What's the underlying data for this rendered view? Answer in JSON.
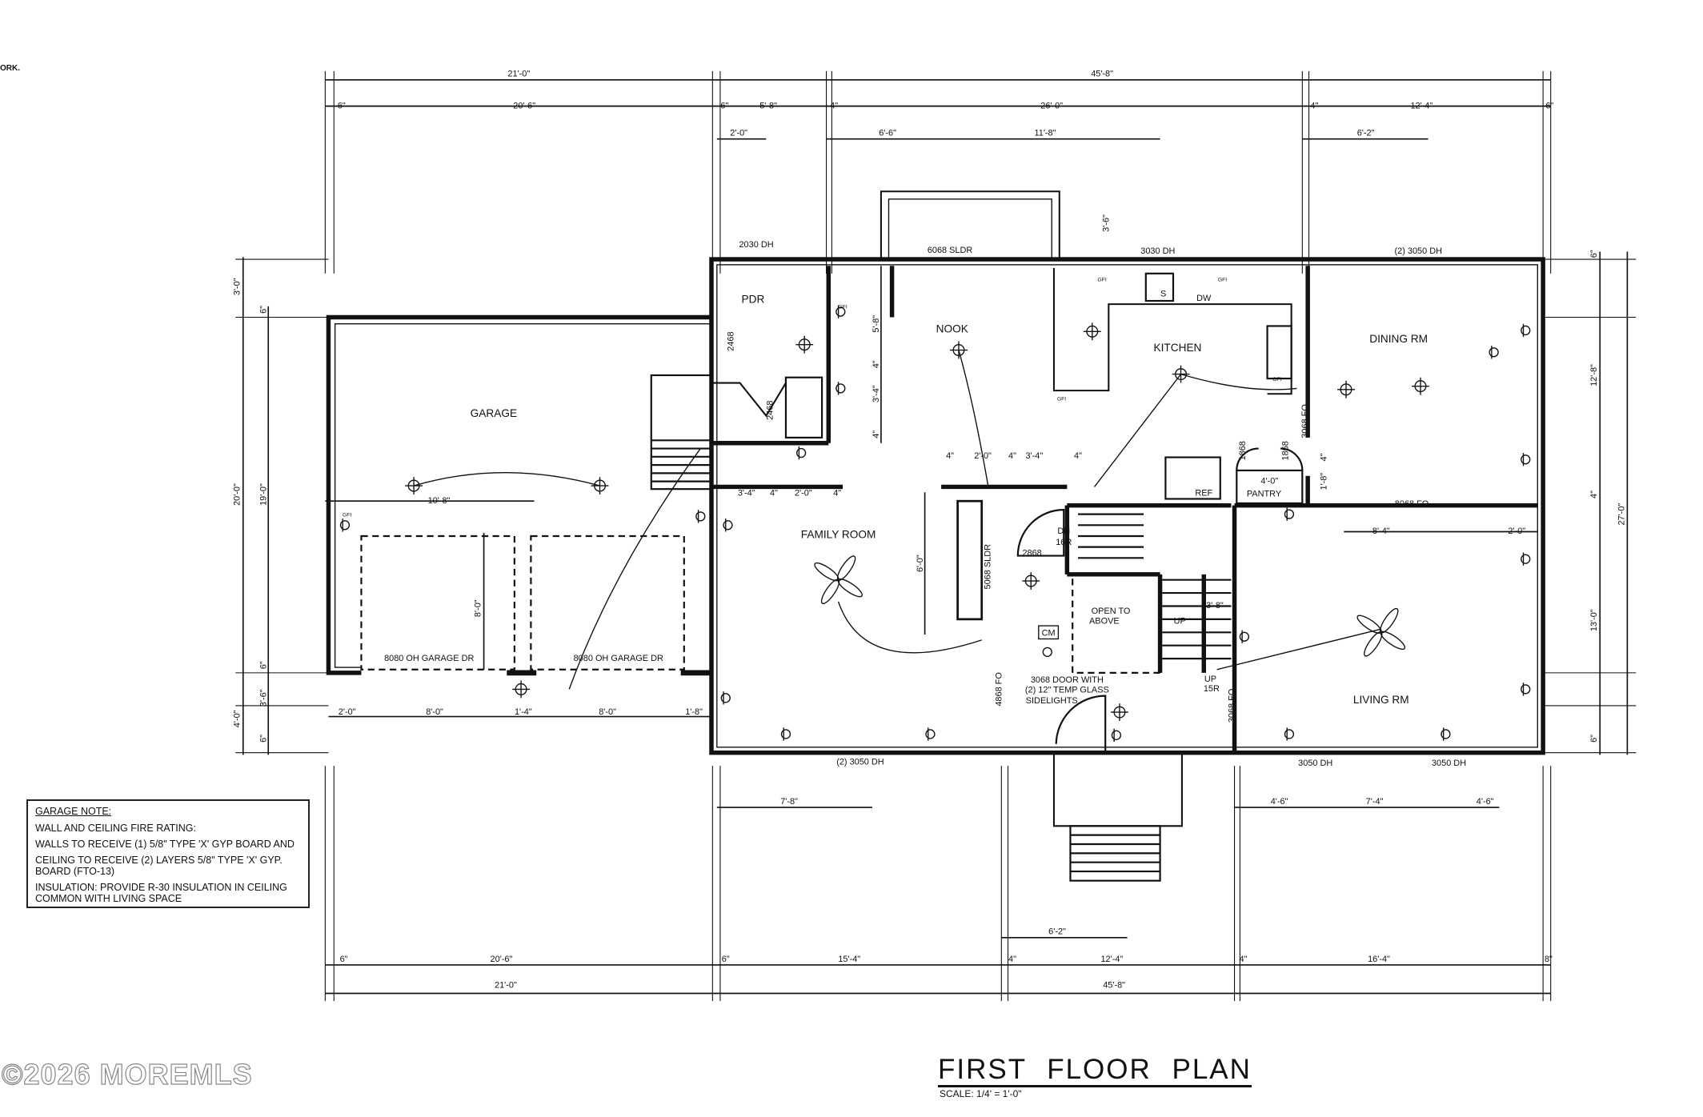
{
  "corner_text": "ORK.",
  "watermark": "©2026 MOREMLS",
  "title": "FIRST FLOOR PLAN",
  "scale": "SCALE: 1/4' = 1'-0\"",
  "garage_note": {
    "heading": "GARAGE NOTE:",
    "lines": [
      "WALL AND CEILING FIRE RATING:",
      "WALLS TO RECEIVE (1) 5/8\" TYPE 'X' GYP BOARD AND",
      "CEILING TO RECEIVE (2) LAYERS 5/8\" TYPE 'X' GYP.\nBOARD (FTO-13)",
      "INSULATION: PROVIDE R-30 INSULATION IN CEILING\nCOMMON WITH LIVING SPACE"
    ]
  },
  "rooms": [
    "GARAGE",
    "PDR",
    "NOOK",
    "KITCHEN",
    "DINING RM",
    "FAMILY ROOM",
    "LIVING RM",
    "PANTRY",
    "REF"
  ],
  "openings": [
    "2030 DH",
    "6068 SLDR",
    "3030 DH",
    "(2) 3050 DH",
    "(2) 3050 DH",
    "3050 DH",
    "3050 DH",
    "8080 OH GARAGE DR",
    "8080 OH GARAGE DR",
    "8068 FO",
    "3068 FO",
    "3068 FO",
    "4868 FO",
    "5068 SLDR",
    "2868",
    "2468",
    "2468",
    "1868",
    "1868"
  ],
  "notes": [
    "DN",
    "16R",
    "UP",
    "15R",
    "OPEN TO",
    "ABOVE",
    "3068 DOOR WITH",
    "(2) 12\" TEMP GLASS",
    "SIDELIGHTS",
    "CM",
    "S",
    "DW",
    "UP",
    "GFI",
    "GFI",
    "GFI",
    "GFI",
    "GFI",
    "GFI"
  ],
  "dimensions": [
    "21'-0\"",
    "45'-8\"",
    "6\"",
    "20'-6\"",
    "6\"",
    "5'-8\"",
    "4\"",
    "26'-0\"",
    "4\"",
    "12'-4\"",
    "6\"",
    "2'-0\"",
    "6'-6\"",
    "11'-8\"",
    "6'-2\"",
    "6\"",
    "20'-6\"",
    "6\"",
    "15'-4\"",
    "4\"",
    "12'-4\"",
    "4\"",
    "16'-4\"",
    "8\"",
    "21'-0\"",
    "45'-8\"",
    "6'-2\"",
    "7'-8\"",
    "4'-6\"",
    "7'-4\"",
    "4'-6\"",
    "2'-0\"",
    "8'-0\"",
    "1'-4\"",
    "8'-0\"",
    "1'-8\"",
    "3'-0\"",
    "20'-0\"",
    "4'-0\"",
    "6\"",
    "19'-0\"",
    "6\"",
    "3'-6\"",
    "6\"",
    "6\"",
    "12'-8\"",
    "4\"",
    "13'-0\"",
    "6\"",
    "27'-0\"",
    "10'-8\"",
    "8'-0\"",
    "3'-4\"",
    "4\"",
    "2'-0\"",
    "4\"",
    "4\"",
    "2'-0\"",
    "4\"",
    "3'-4\"",
    "4\"",
    "6'-0\"",
    "5'-8\"",
    "3'-4\"",
    "4\"",
    "4\"",
    "3'-6\"",
    "8'-4\"",
    "2'-0\"",
    "3'-8\"",
    "4'-0\"",
    "1'-8\"",
    "4\""
  ]
}
